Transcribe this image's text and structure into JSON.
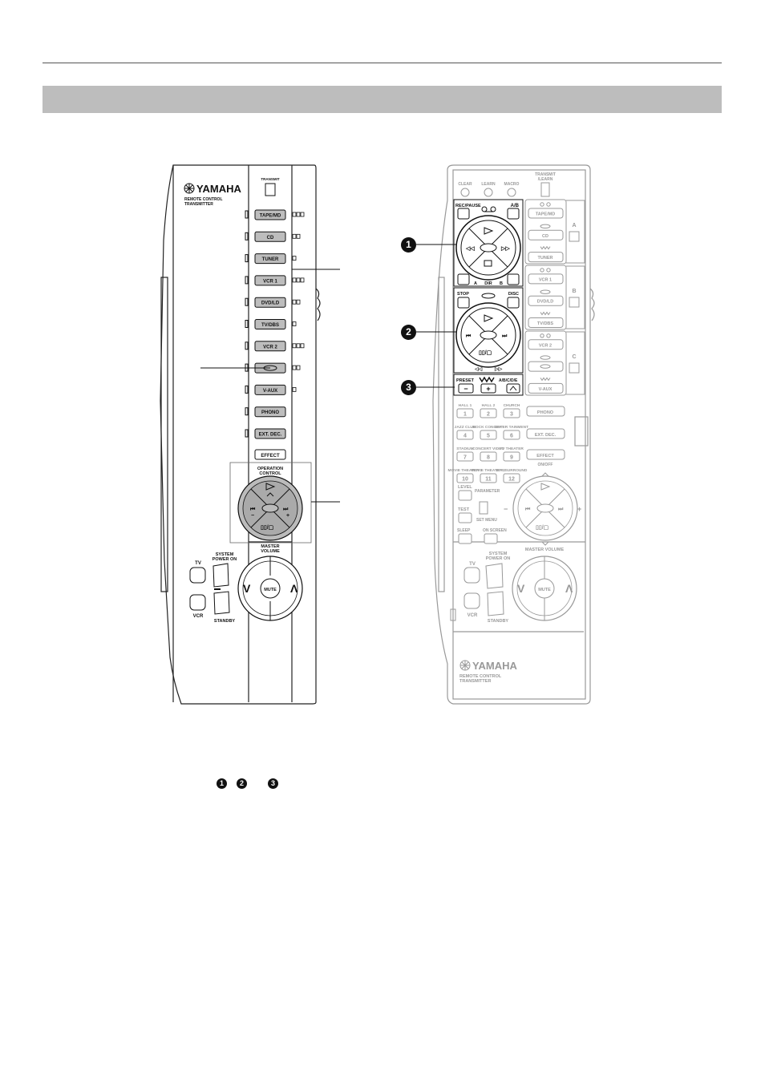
{
  "left_remote": {
    "brand": "YAMAHA",
    "subtitle_line1": "REMOTE CONTROL",
    "subtitle_line2": "TRANSMITTER",
    "transmit": "TRANSMIT",
    "inputs": [
      "TAPE/MD",
      "CD",
      "TUNER",
      "VCR 1",
      "DVD/LD",
      "TV/DBS",
      "VCR 2",
      "",
      "V-AUX",
      "PHONO",
      "EXT. DEC."
    ],
    "effect": "EFFECT",
    "operation_control_1": "OPERATION",
    "operation_control_2": "CONTROL",
    "system_power_on_1": "SYSTEM",
    "system_power_on_2": "POWER ON",
    "tv": "TV",
    "vcr": "VCR",
    "standby": "STANDBY",
    "master_volume_1": "MASTER",
    "master_volume_2": "VOLUME",
    "mute": "MUTE"
  },
  "right_remote": {
    "top_labels": [
      "CLEAR",
      "LEARN",
      "MACRO"
    ],
    "transmit_learn_1": "TRANSMIT",
    "transmit_learn_2": "/LEARN",
    "rec_pause": "REC/PAUSE",
    "ab": "A/B",
    "a": "A",
    "dir": "DIR",
    "b": "B",
    "stop": "STOP",
    "disc": "DISC",
    "preset": "PRESET",
    "abcde": "A/B/C/D/E",
    "minus": "−",
    "plus": "+",
    "inputs": [
      "TAPE/MD",
      "CD",
      "TUNER",
      "VCR 1",
      "DVD/LD",
      "TV/DBS",
      "VCR 2",
      "",
      "V-AUX"
    ],
    "group_labels": [
      "A",
      "B",
      "C"
    ],
    "phono": "PHONO",
    "ext_dec": "EXT. DEC.",
    "effect": "EFFECT",
    "on_off": "ON/OFF",
    "dsp": [
      {
        "label": "HALL 1",
        "num": "1"
      },
      {
        "label": "HALL 2",
        "num": "2"
      },
      {
        "label": "CHURCH",
        "num": "3"
      },
      {
        "label": "JAZZ CLUB",
        "num": "4"
      },
      {
        "label": "ROCK CONCERT",
        "num": "5"
      },
      {
        "label": "ENTER TAINMENT",
        "num": "6"
      },
      {
        "label": "STADIUM",
        "num": "7"
      },
      {
        "label": "CONCERT VIDEO",
        "num": "8"
      },
      {
        "label": "TV THEATER",
        "num": "9"
      },
      {
        "label": "MOVIE THEATER 1",
        "num": "10"
      },
      {
        "label": "MOVIE THEATER 2",
        "num": "11"
      },
      {
        "label": "DTS SURROUND",
        "num": "12"
      }
    ],
    "level": "LEVEL",
    "parameter": "PARAMETER",
    "test": "TEST",
    "set_menu": "SET MENU",
    "sleep": "SLEEP",
    "on_screen": "ON SCREEN",
    "system_power_on_1": "SYSTEM",
    "system_power_on_2": "POWER ON",
    "master_volume": "MASTER VOLUME",
    "tv": "TV",
    "vcr": "VCR",
    "standby": "STANDBY",
    "mute": "MUTE",
    "brand": "YAMAHA",
    "subtitle_line1": "REMOTE CONTROL",
    "subtitle_line2": "TRANSMITTER"
  },
  "callouts": [
    "1",
    "2",
    "3"
  ],
  "footnote_markers": [
    "1",
    "2",
    "3"
  ]
}
